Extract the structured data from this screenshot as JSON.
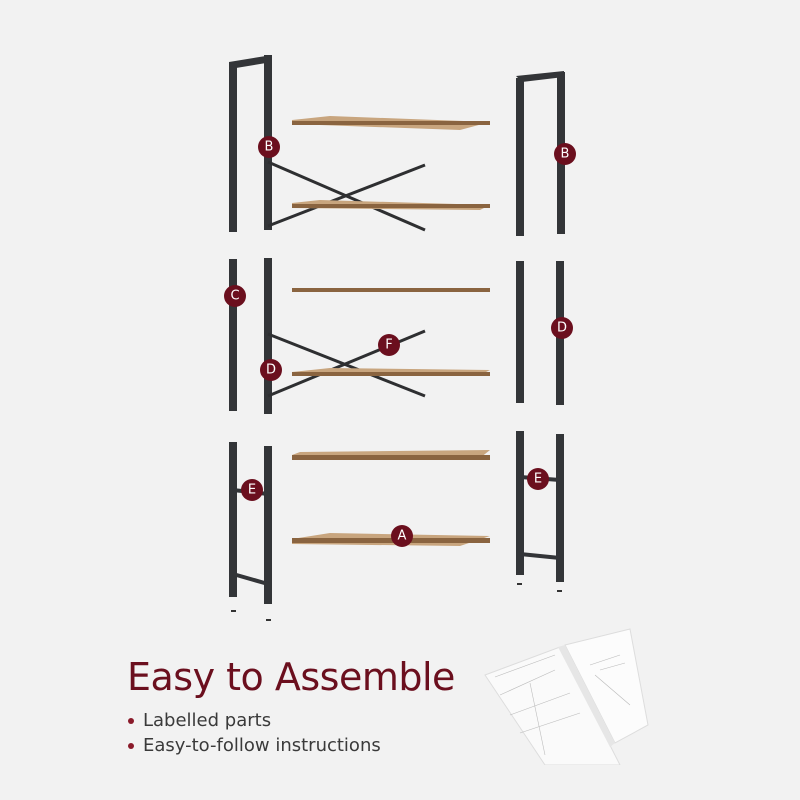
{
  "heading": "Easy to Assemble",
  "features": [
    {
      "label": "Labelled parts"
    },
    {
      "label": "Easy-to-follow instructions"
    }
  ],
  "part_labels": [
    "A",
    "B",
    "C",
    "D",
    "E",
    "F"
  ],
  "labels": {
    "b_left": "B",
    "b_right": "B",
    "c_left": "C",
    "d_left": "D",
    "d_right": "D",
    "f": "F",
    "e_left": "E",
    "e_right": "E",
    "a": "A"
  },
  "colors": {
    "accent": "#6b0f1e",
    "frame": "#333538",
    "wood": "#b08a62",
    "wood_edge": "#8a6440",
    "background": "#f2f2f2"
  }
}
